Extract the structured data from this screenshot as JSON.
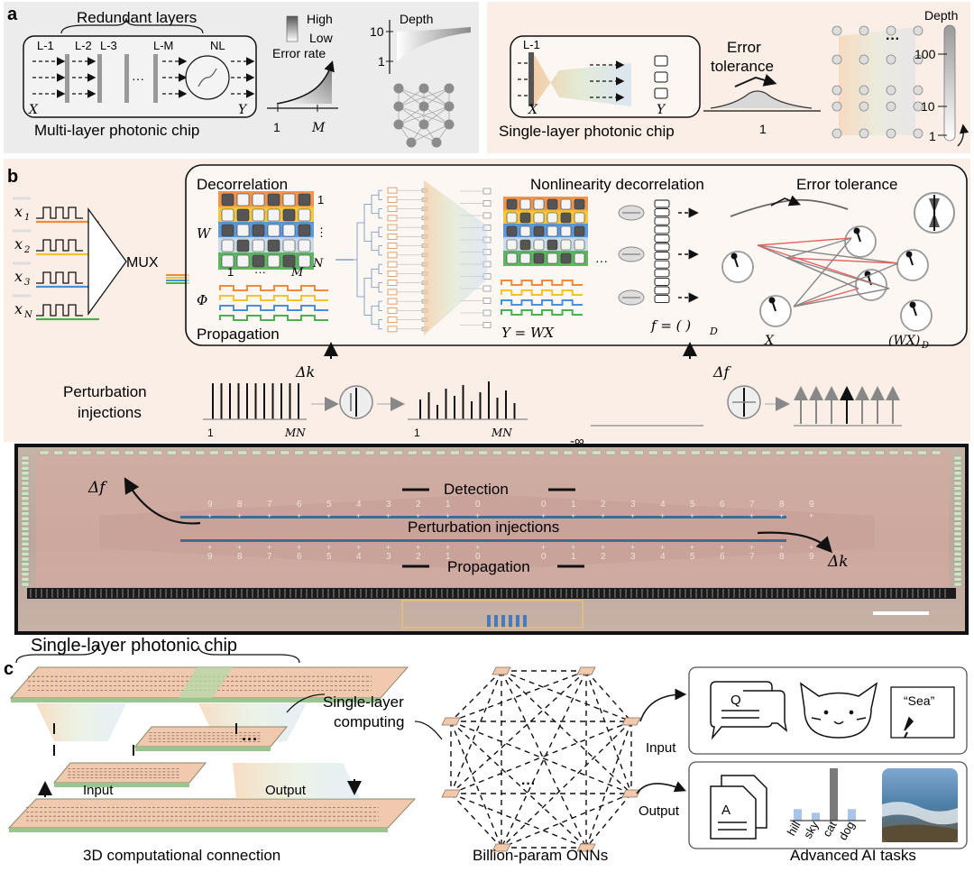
{
  "panel_a": {
    "label": "a",
    "redundant_layers": "Redundant layers",
    "layer_labels": [
      "L-1",
      "L-2",
      "L-3",
      "L-M",
      "NL"
    ],
    "dots": "···",
    "x_var": "X",
    "y_var": "Y",
    "multi_layer_caption": "Multi-layer photonic chip",
    "legend_high": "High",
    "legend_low": "Low",
    "error_rate": "Error rate",
    "axis_1": "1",
    "axis_m": "M",
    "depth": "Depth",
    "depth_10": "10",
    "depth_1": "1",
    "single_l1": "L-1",
    "error_tolerance": "Error\ntolerance",
    "error_tolerance_l1": "Error",
    "error_tolerance_l2": "tolerance",
    "single_layer_caption": "Single-layer photonic chip",
    "depth_right": "Depth",
    "depth_100": "100",
    "depth_r10": "10",
    "depth_r1": "1"
  },
  "panel_b": {
    "label": "b",
    "inputs": [
      "x1",
      "x2",
      "x3",
      "xN"
    ],
    "x_sym": "x",
    "input_subs": [
      "1",
      "2",
      "3",
      "N"
    ],
    "mux": "MUX",
    "decorrelation": "Decorrelation",
    "w_sym": "W",
    "phi_sym": "Φ",
    "matrix_1": "1",
    "matrix_n": "N",
    "matrix_m": "M",
    "matrix_dots": "···",
    "propagation": "Propagation",
    "y_eq": "Y = WX",
    "nonlinearity": "Nonlinearity decorrelation",
    "f_eq": "f = (   )",
    "f_sub": "D",
    "error_tolerance": "Error tolerance",
    "x_var": "X",
    "wx_var": "(WX)",
    "wx_sub": "D",
    "delta_k": "Δk",
    "delta_f": "Δf",
    "perturbation": "Perturbation\ninjections",
    "pert_l1": "Perturbation",
    "pert_l2": "injections",
    "axis_1a": "1",
    "axis_mna": "MN",
    "axis_1b": "1",
    "axis_mnb": "MN",
    "neg_inf": "-∞"
  },
  "chip": {
    "delta_f": "Δf",
    "delta_k": "Δk",
    "detection": "Detection",
    "perturbation": "Perturbation injections",
    "propagation": "Propagation",
    "digits_top": [
      "9",
      "8",
      "7",
      "6",
      "5",
      "4",
      "3",
      "2",
      "1",
      "0",
      "0",
      "1",
      "2",
      "3",
      "4",
      "5",
      "6",
      "7",
      "8",
      "9"
    ]
  },
  "panel_c": {
    "label": "c",
    "single_layer_chip": "Single-layer photonic chip",
    "single_layer_computing": "Single-layer\ncomputing",
    "slc_l1": "Single-layer",
    "slc_l2": "computing",
    "input": "Input",
    "output": "Output",
    "caption_3d": "3D computational connection",
    "caption_onn": "Billion-param ONNs",
    "caption_ai": "Advanced AI tasks",
    "input_arrow": "Input",
    "output_arrow": "Output",
    "q": "Q",
    "a": "A",
    "sea": "“Sea”",
    "bar_labels": [
      "hill",
      "sky",
      "cat",
      "dog"
    ],
    "bar_values": [
      0.22,
      0.15,
      1.0,
      0.22
    ],
    "dots": "···"
  },
  "colors": {
    "panel_a_bg": "#ececec",
    "panel_b_bg": "#fbeee6",
    "chip_bg": "#c8a8a0",
    "orange": "#f08a3c",
    "yellow": "#f2c230",
    "blue": "#4a8fd8",
    "green": "#4caf50",
    "red": "#e86060"
  }
}
